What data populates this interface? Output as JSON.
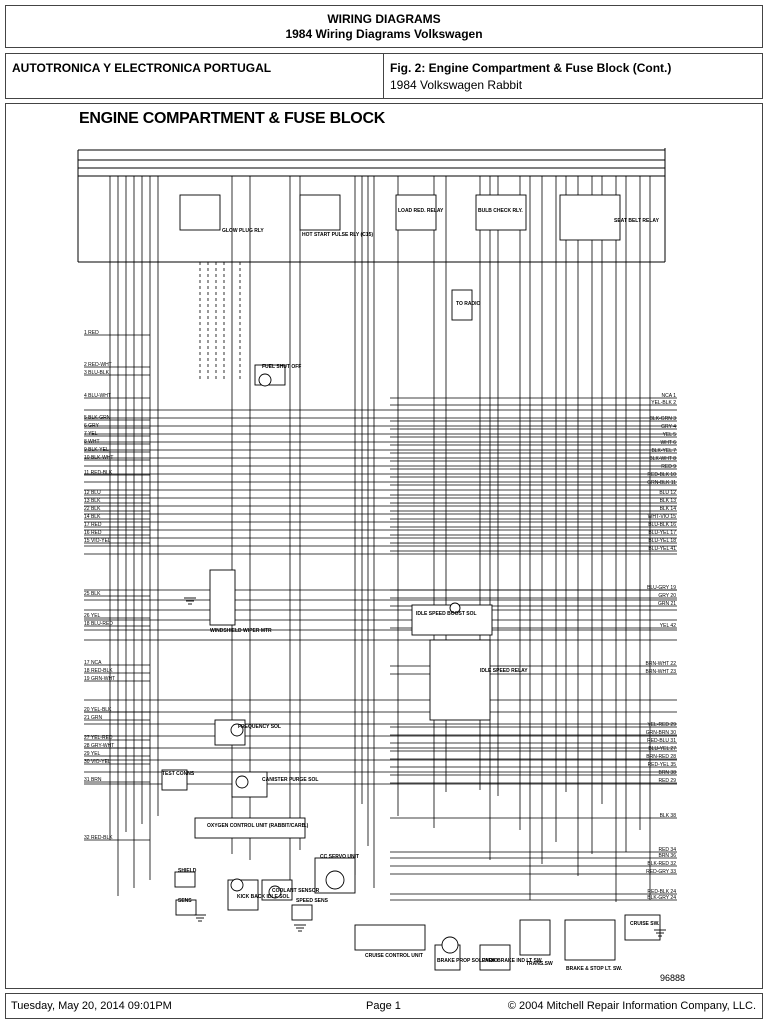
{
  "header": {
    "title": "WIRING DIAGRAMS",
    "subtitle": "1984 Wiring Diagrams Volkswagen"
  },
  "source": "AUTOTRONICA Y ELECTRONICA PORTUGAL",
  "figure": {
    "caption": "Fig. 2: Engine Compartment & Fuse Block (Cont.)",
    "vehicle": "1984 Volkswagen Rabbit"
  },
  "diagram": {
    "title": "ENGINE COMPARTMENT & FUSE BLOCK",
    "code": "96888",
    "components": {
      "glow_plug": "GLOW PLUG RLY",
      "hot_start": "HOT START PULSE RLY (C15)",
      "load_red": "LOAD RED. RELAY",
      "bulb_check": "BULB CHECK RLY.",
      "seat_belt": "SEAT BELT RELAY",
      "fuel_shutoff": "FUEL SHUT OFF",
      "wiper": "WINDSHIELD WIPER MTR",
      "idle_boost": "IDLE SPEED BOOST SOL",
      "idle_relay": "IDLE SPEED RELAY",
      "freq_sol": "FREQUENCY SOL",
      "oxygen": "OXYGEN CONTROL UNIT (RABBIT/CARB.)",
      "canister": "CANISTER PURGE SOL",
      "coolant": "COOLANT SENSOR",
      "kick_idle": "KICK BACK IDLE SOL",
      "servo": "CC SERVO UNIT",
      "cruise_unit": "CRUISE CONTROL UNIT",
      "brake_prop": "BRAKE PROP SOLENOID",
      "park_brake": "PARK BRAKE IND LT SW.",
      "trans_sw": "TRANS.SW",
      "brake_stop": "BRAKE & STOP LT. SW.",
      "cruise_sw": "CRUISE SW.",
      "speed_sens": "SPEED SENS",
      "test_conns": "TEST CONNS",
      "shield": "SHIELD",
      "sens": "SENS",
      "radio": "TO RADIO"
    },
    "left_wires": [
      "1 RED",
      "2 RED-WHT",
      "3 BLU-BLK",
      "4 BLU-WHT",
      "5 BLK-GRN",
      "6 GRY",
      "7 YEL",
      "8 WHT",
      "9 BLK-YEL",
      "10 BLK-WHT",
      "11 RED-BLK",
      "12 BLU",
      "13 BLK",
      "22 BLK",
      "14 BLK",
      "17 RED",
      "16 RED",
      "15 VIO-YEL",
      "25 BLK",
      "26 YEL",
      "18 BLU-RED",
      "17 NCA",
      "18 RED-BLK",
      "19 GRN-WHT",
      "20 YEL-BLK",
      "21 GRN",
      "27 YEL-RED",
      "28 GRY-WHT",
      "29 YEL",
      "30 VIO-YEL",
      "31 BRN",
      "32 RED-BLK"
    ],
    "right_wires": [
      "NCA 1",
      "YEL-BLK 2",
      "BLK-GRN 3",
      "GRY 4",
      "YEL 5",
      "WHT 6",
      "BLK-YEL 7",
      "BLK-WHT 8",
      "RED 9",
      "RED-BLK 10",
      "GRN-BLK 11",
      "BLU 12",
      "BLK 13",
      "BLK 14",
      "WHT-VIO 15",
      "BLU-BLK 16",
      "BLU-YEL 17",
      "BLU-YEL 18",
      "BLU-YEL 41",
      "BLU-GRY 19",
      "GRY 20",
      "GRN 21",
      "YEL 42",
      "BRN-WHT 22",
      "BRN-WHT 23",
      "YEL-RED 29",
      "GRN-BRN 30",
      "RED-BLU 31",
      "BLU-YEL 27",
      "BRN-RED 28",
      "RED-YEL 35",
      "BRN 38",
      "RED 29",
      "BLK 38",
      "RED 34",
      "BRN 36",
      "BLK-RED 32",
      "RED-GRY 33",
      "RED-BLK 24",
      "BLK-GRY 24"
    ]
  },
  "footer": {
    "date": "Tuesday, May 20, 2014  09:01PM",
    "page": "Page 1",
    "copyright": "© 2004 Mitchell Repair Information Company, LLC."
  }
}
